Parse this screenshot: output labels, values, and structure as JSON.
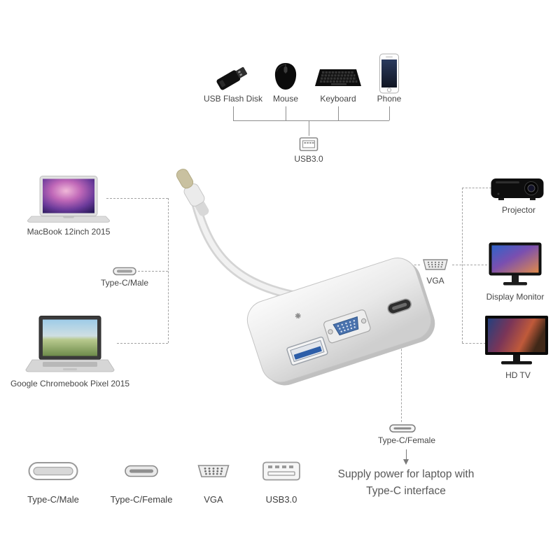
{
  "top_devices": {
    "items": [
      {
        "icon": "usb-flash-disk-icon",
        "label": "USB Flash Disk"
      },
      {
        "icon": "mouse-icon",
        "label": "Mouse"
      },
      {
        "icon": "keyboard-icon",
        "label": "Keyboard"
      },
      {
        "icon": "phone-icon",
        "label": "Phone"
      }
    ],
    "shared_port": {
      "icon": "usb3-port-icon",
      "label": "USB3.0"
    }
  },
  "left_devices": {
    "macbook": {
      "icon": "macbook-icon",
      "label": "MacBook 12inch 2015"
    },
    "typec_male": {
      "icon": "typec-male-icon",
      "label": "Type-C/Male"
    },
    "chromebook": {
      "icon": "chromebook-icon",
      "label": "Google Chromebook Pixel 2015"
    }
  },
  "right_devices": {
    "projector": {
      "icon": "projector-icon",
      "label": "Projector"
    },
    "vga": {
      "icon": "vga-port-icon",
      "label": "VGA"
    },
    "monitor": {
      "icon": "monitor-icon",
      "label": "Display Monitor"
    },
    "hdtv": {
      "icon": "hdtv-icon",
      "label": "HD TV"
    }
  },
  "power_note": {
    "typec_female": {
      "icon": "typec-female-icon",
      "label": "Type-C/Female"
    },
    "text": "Supply power for laptop with Type-C interface"
  },
  "legend": {
    "items": [
      {
        "icon": "typec-male-icon",
        "label": "Type-C/Male"
      },
      {
        "icon": "typec-female-icon",
        "label": "Type-C/Female"
      },
      {
        "icon": "vga-port-icon",
        "label": "VGA"
      },
      {
        "icon": "usb3-port-icon",
        "label": "USB3.0"
      }
    ]
  },
  "colors": {
    "usb3_port_blue": "#2d5ea8",
    "vga_insert_blue": "#4a72ad",
    "hub_silver": "#e8e8e8",
    "line_grey": "#8e8e8e"
  }
}
